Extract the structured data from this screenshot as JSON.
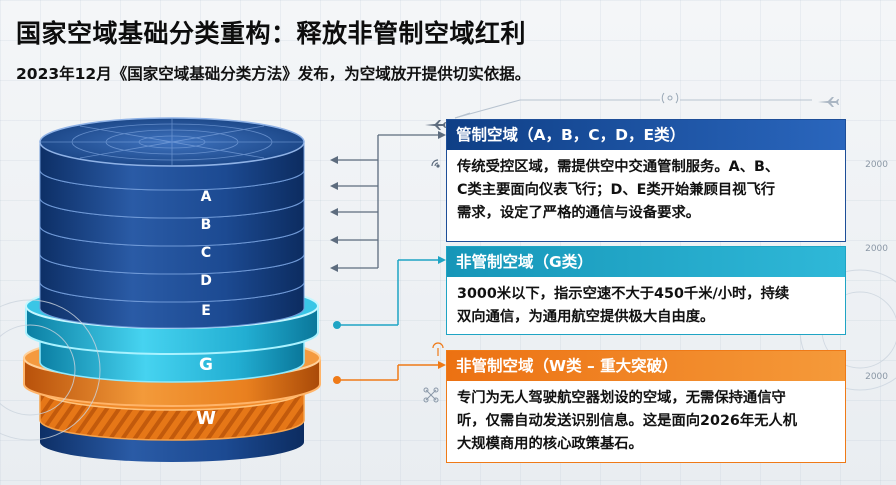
{
  "title": "国家空域基础分类重构：释放非管制空域红利",
  "subtitle": "2023年12月《国家空域基础分类方法》发布，为空域放开提供切实依据。",
  "layers": [
    {
      "label": "A"
    },
    {
      "label": "B"
    },
    {
      "label": "C"
    },
    {
      "label": "D"
    },
    {
      "label": "E"
    },
    {
      "label": "G"
    },
    {
      "label": "W"
    }
  ],
  "boxes": [
    {
      "title": "管制空域（A，B，C，D，E类）",
      "lines": [
        "传统受控区域，需提供空中交通管制服务。A、B、",
        "C类主要面向仪表飞行；D、E类开始兼顾目视飞行",
        "需求，设定了严格的通信与设备要求。"
      ]
    },
    {
      "title": "非管制空域（G类）",
      "lines": [
        "3000米以下，指示空速不大于450千米/小时，持续",
        "双向通信，为通用航空提供极大自由度。"
      ]
    },
    {
      "title": "非管制空域（W类 – 重大突破）",
      "lines": [
        "专门为无人驾驶航空器划设的空域，无需保持通信守",
        "听，仅需自动发送识别信息。这是面向2026年无人机",
        "大规模商用的核心政策基石。"
      ]
    }
  ],
  "altitude_ticks": [
    "2000",
    "2000",
    "2000"
  ],
  "colors": {
    "navy": "#1d4e98",
    "cyan": "#1fa4c4",
    "orange": "#ef7a17"
  }
}
